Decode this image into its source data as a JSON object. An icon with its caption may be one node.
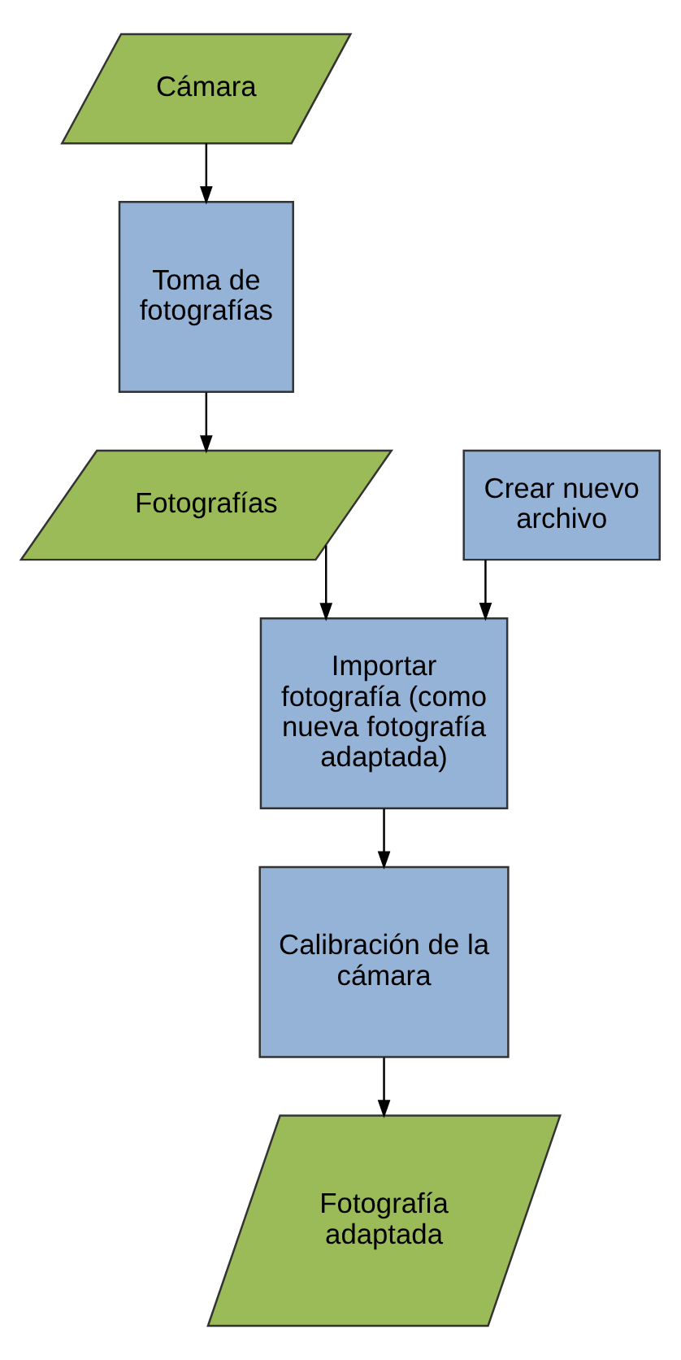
{
  "diagram": {
    "nodes": [
      {
        "text": [
          "Cámara"
        ]
      },
      {
        "text": [
          "Toma de fotografías"
        ]
      },
      {
        "text": [
          "Fotografías"
        ]
      },
      {
        "text": [
          "Crear nuevo archivo"
        ]
      },
      {
        "text": [
          "Importar fotografía (como nueva fotografía adaptada)"
        ]
      },
      {
        "text": [
          "Calibración de la cámara"
        ]
      },
      {
        "text": [
          "Fotografía adaptada"
        ]
      }
    ],
    "edges": [
      {
        "from": 0,
        "to": 1,
        "arrow": "to"
      },
      {
        "from": 1,
        "to": 2,
        "arrow": "to"
      },
      {
        "from": 2,
        "to": 4,
        "arrow": "to"
      },
      {
        "from": 3,
        "to": 4,
        "arrow": "to"
      },
      {
        "from": 4,
        "to": 5,
        "arrow": "to"
      },
      {
        "from": 5,
        "to": 6,
        "arrow": "to"
      }
    ]
  }
}
